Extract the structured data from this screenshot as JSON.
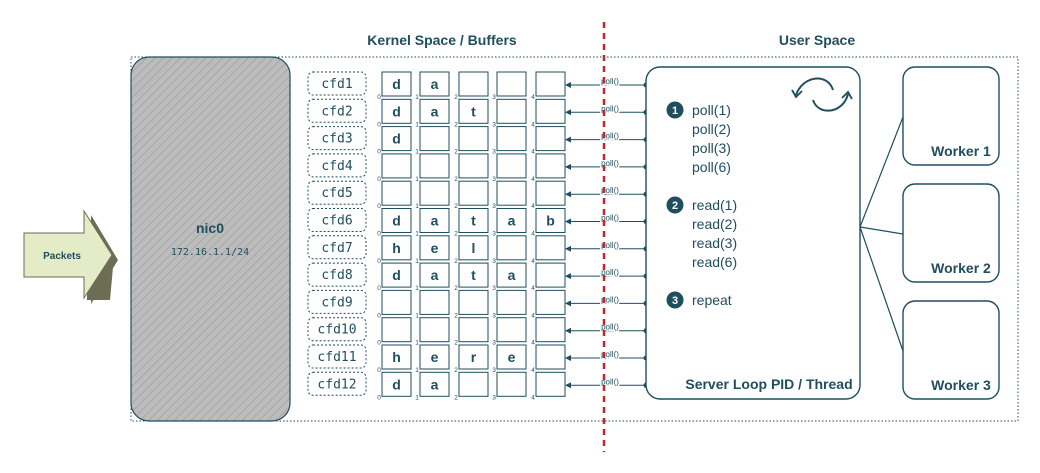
{
  "headers": {
    "kernel": "Kernel Space / Buffers",
    "user": "User Space"
  },
  "packets": {
    "label": "Packets"
  },
  "nic": {
    "name": "nic0",
    "ip": "172.16.1.1/24"
  },
  "fds": [
    {
      "label": "cfd1",
      "cells": [
        "d",
        "a",
        "",
        "",
        ""
      ]
    },
    {
      "label": "cfd2",
      "cells": [
        "d",
        "a",
        "t",
        "",
        ""
      ]
    },
    {
      "label": "cfd3",
      "cells": [
        "d",
        "",
        "",
        "",
        ""
      ]
    },
    {
      "label": "cfd4",
      "cells": [
        "",
        "",
        "",
        "",
        ""
      ]
    },
    {
      "label": "cfd5",
      "cells": [
        "",
        "",
        "",
        "",
        ""
      ]
    },
    {
      "label": "cfd6",
      "cells": [
        "d",
        "a",
        "t",
        "a",
        "b"
      ]
    },
    {
      "label": "cfd7",
      "cells": [
        "h",
        "e",
        "l",
        "",
        ""
      ]
    },
    {
      "label": "cfd8",
      "cells": [
        "d",
        "a",
        "t",
        "a",
        ""
      ]
    },
    {
      "label": "cfd9",
      "cells": [
        "",
        "",
        "",
        "",
        ""
      ]
    },
    {
      "label": "cfd10",
      "cells": [
        "",
        "",
        "",
        "",
        ""
      ]
    },
    {
      "label": "cfd11",
      "cells": [
        "h",
        "e",
        "r",
        "e",
        ""
      ]
    },
    {
      "label": "cfd12",
      "cells": [
        "d",
        "a",
        "",
        "",
        ""
      ]
    }
  ],
  "column_indices": [
    "0",
    "1",
    "2",
    "3",
    "4"
  ],
  "poll_label": "poll()",
  "server": {
    "steps": [
      {
        "number": "1",
        "lines": [
          "poll(1)",
          "poll(2)",
          "poll(3)",
          "poll(6)"
        ]
      },
      {
        "number": "2",
        "lines": [
          "read(1)",
          "read(2)",
          "read(3)",
          "read(6)"
        ]
      },
      {
        "number": "3",
        "lines": [
          "repeat"
        ]
      }
    ],
    "title": "Server Loop PID / Thread"
  },
  "workers": [
    "Worker 1",
    "Worker 2",
    "Worker 3"
  ],
  "colors": {
    "teal": "#1f4e5f",
    "nic_fill": "#b9b9b9",
    "packet_front": "#e3ecc6",
    "packet_side": "#6d6d56",
    "divider": "#c0282d"
  }
}
